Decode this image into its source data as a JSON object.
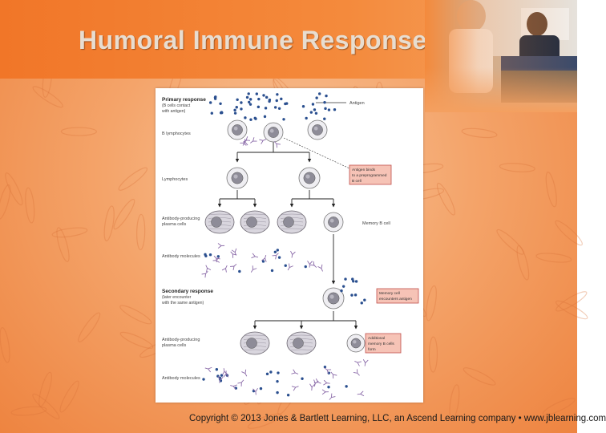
{
  "slide": {
    "title": "Humoral Immune Response",
    "copyright": "Copyright © 2013 Jones & Bartlett Learning, LLC, an Ascend Learning company • www.jblearning.com"
  },
  "figure": {
    "antigen_label": "Antigen",
    "primary_heading": "Primary response",
    "primary_sub1": "(B cells contact",
    "primary_sub2": "with antigen)",
    "b_lymphocytes": "B lymphocytes",
    "lymphocytes": "Lymphocytes",
    "antibody_plasma_1": "Antibody-producing",
    "antibody_plasma_2": "plasma cells",
    "antibody_molecules_1": "Antibody molecules",
    "memory_b_cell": "Memory B cell",
    "antigen_binds_1": "Antigen binds",
    "antigen_binds_2": "to a preprogrammed",
    "antigen_binds_3": "B cell",
    "secondary_heading": "Secondary response",
    "secondary_sub1": "(later encounter",
    "secondary_sub2": "with the same antigen)",
    "memory_encounters_1": "Memory cell",
    "memory_encounters_2": "encounters antigen",
    "antibody_plasma2_1": "Antibody-producing",
    "antibody_plasma2_2": "plasma cells",
    "additional_memory_1": "Additional",
    "additional_memory_2": "memory B cells",
    "additional_memory_3": "form",
    "antibody_molecules_2": "Antibody molecules"
  },
  "colors": {
    "slide_orange": "#ee8440",
    "callout_fill": "#f6c3b6",
    "callout_border": "#c0504d",
    "cell_purple": "#8e8c98",
    "antigen_dot": "#2a4f8f"
  }
}
